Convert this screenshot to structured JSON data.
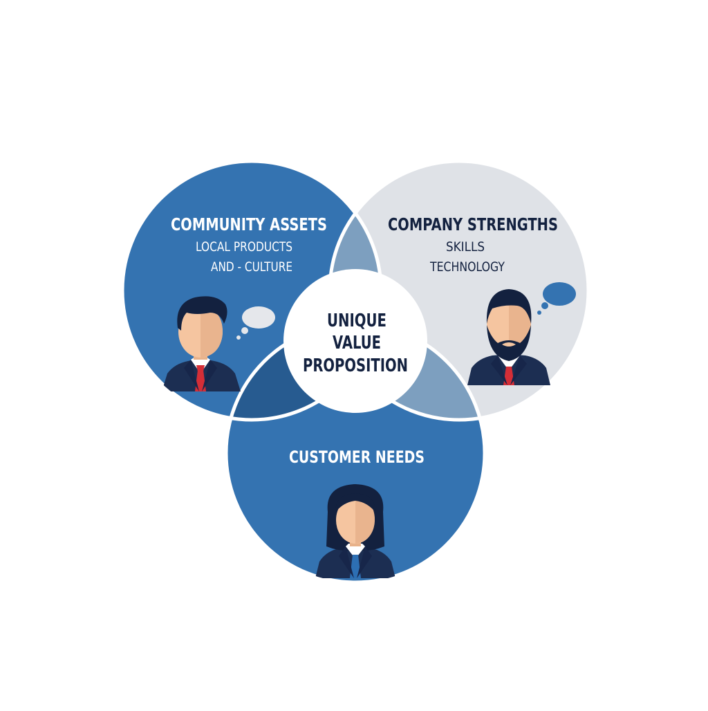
{
  "colors": {
    "background": "#ffffff",
    "blue": "#3473b1",
    "blue_dark": "#275b90",
    "gray": "#dfe2e7",
    "steel": "#7d9fbf",
    "navy": "#13213f",
    "suit": "#1c2e52",
    "skin": "#f5c5a0",
    "tie": "#d42e37",
    "tie_blue": "#2d6fb3",
    "bubble_light": "#e5e7eb",
    "bubble_blue": "#3473b1"
  },
  "circles": {
    "community": {
      "title": "COMMUNITY ASSETS",
      "line1": "LOCAL PRODUCTS",
      "line2": "AND - CULTURE"
    },
    "company": {
      "title": "COMPANY STRENGTHS",
      "line1": "SKILLS",
      "line2": "TECHNOLOGY"
    },
    "customer": {
      "title": "CUSTOMER NEEDS"
    }
  },
  "center": {
    "line1": "UNIQUE",
    "line2": "VALUE",
    "line3": "PROPOSITION"
  },
  "icons": {
    "community_person": "man-avatar-icon",
    "company_person": "bearded-man-avatar-icon",
    "customer_person": "woman-avatar-icon",
    "community_bubble": "thought-bubble-icon",
    "company_bubble": "thought-bubble-icon"
  }
}
